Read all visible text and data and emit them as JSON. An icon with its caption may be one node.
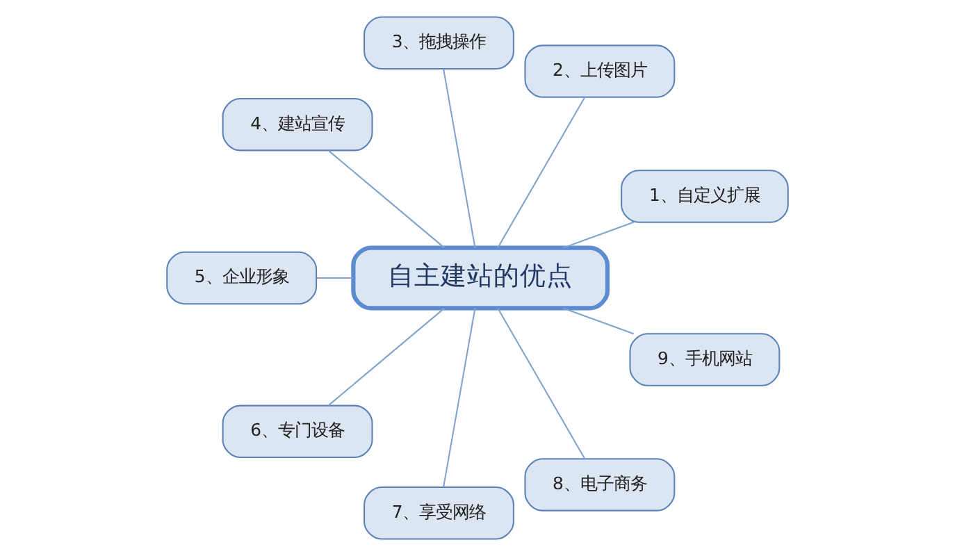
{
  "diagram": {
    "nodes": [
      {
        "text": [
          "自主建站的优点"
        ]
      },
      {
        "text": [
          "1、自定义扩展"
        ]
      },
      {
        "text": [
          "2、上传图片"
        ]
      },
      {
        "text": [
          "3、拖拽操作"
        ]
      },
      {
        "text": [
          "4、建站宣传"
        ]
      },
      {
        "text": [
          "5、企业形象"
        ]
      },
      {
        "text": [
          "6、专门设备"
        ]
      },
      {
        "text": [
          "7、享受网络"
        ]
      },
      {
        "text": [
          "8、电子商务"
        ]
      },
      {
        "text": [
          "9、手机网站"
        ]
      }
    ],
    "edges": [
      {
        "from": 0,
        "to": 1,
        "arrow": "none"
      },
      {
        "from": 0,
        "to": 2,
        "arrow": "none"
      },
      {
        "from": 0,
        "to": 3,
        "arrow": "none"
      },
      {
        "from": 0,
        "to": 4,
        "arrow": "none"
      },
      {
        "from": 0,
        "to": 5,
        "arrow": "none"
      },
      {
        "from": 0,
        "to": 6,
        "arrow": "none"
      },
      {
        "from": 0,
        "to": 7,
        "arrow": "none"
      },
      {
        "from": 0,
        "to": 8,
        "arrow": "none"
      },
      {
        "from": 0,
        "to": 9,
        "arrow": "none"
      }
    ]
  }
}
